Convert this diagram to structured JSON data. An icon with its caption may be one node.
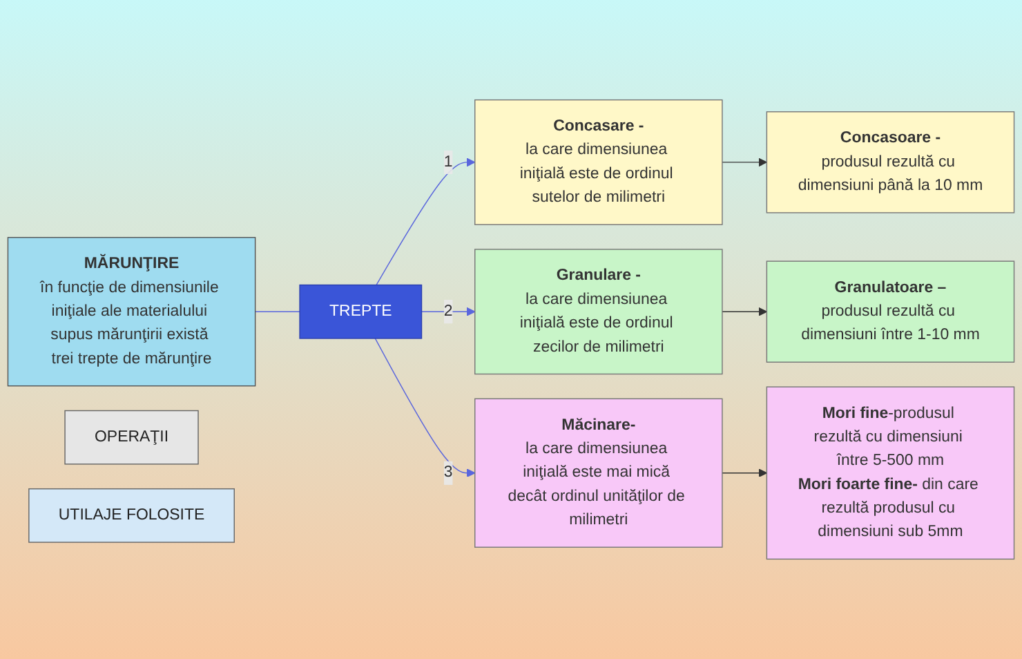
{
  "diagram": {
    "nodes": [
      {
        "text": [
          "MĂRUNŢIRE",
          "în funcţie de dimensiunile iniţiale ale materialului supus mărunţirii există trei trepte de mărunţire"
        ]
      },
      {
        "text": [
          "TREPTE"
        ]
      },
      {
        "text": [
          "OPERAŢII"
        ]
      },
      {
        "text": [
          "UTILAJE FOLOSITE"
        ]
      },
      {
        "text": [
          "Concasare -",
          "la care dimensiunea iniţială este de ordinul sutelor de milimetri"
        ]
      },
      {
        "text": [
          "Concasoare -",
          "produsul rezultă cu dimensiuni până la 10 mm"
        ]
      },
      {
        "text": [
          "Granulare -",
          "la care dimensiunea iniţială este de ordinul zecilor de milimetri"
        ]
      },
      {
        "text": [
          "Granulatoare –",
          "produsul rezultă cu dimensiuni între 1-10 mm"
        ]
      },
      {
        "text": [
          "Măcinare-",
          "la care dimensiunea iniţială este mai mică decât ordinul unităţilor de milimetri"
        ]
      },
      {
        "text": [
          "**Mori fine**-produsul rezultă cu dimensiuni între 5-500 mm",
          "**Mori foarte fine-** din care rezultă produsul cu dimensiuni sub 5mm"
        ]
      }
    ],
    "edges": [
      {
        "from": 0,
        "to": 1,
        "arrow": "none"
      },
      {
        "from": 1,
        "to": 4,
        "arrow": "to",
        "label": "1"
      },
      {
        "from": 1,
        "to": 6,
        "arrow": "to",
        "label": "2"
      },
      {
        "from": 1,
        "to": 8,
        "arrow": "to",
        "label": "3"
      },
      {
        "from": 4,
        "to": 5,
        "arrow": "to",
        "color": "#333333"
      },
      {
        "from": 6,
        "to": 7,
        "arrow": "to",
        "color": "#333333"
      },
      {
        "from": 8,
        "to": 9,
        "arrow": "to",
        "color": "#333333"
      }
    ]
  }
}
